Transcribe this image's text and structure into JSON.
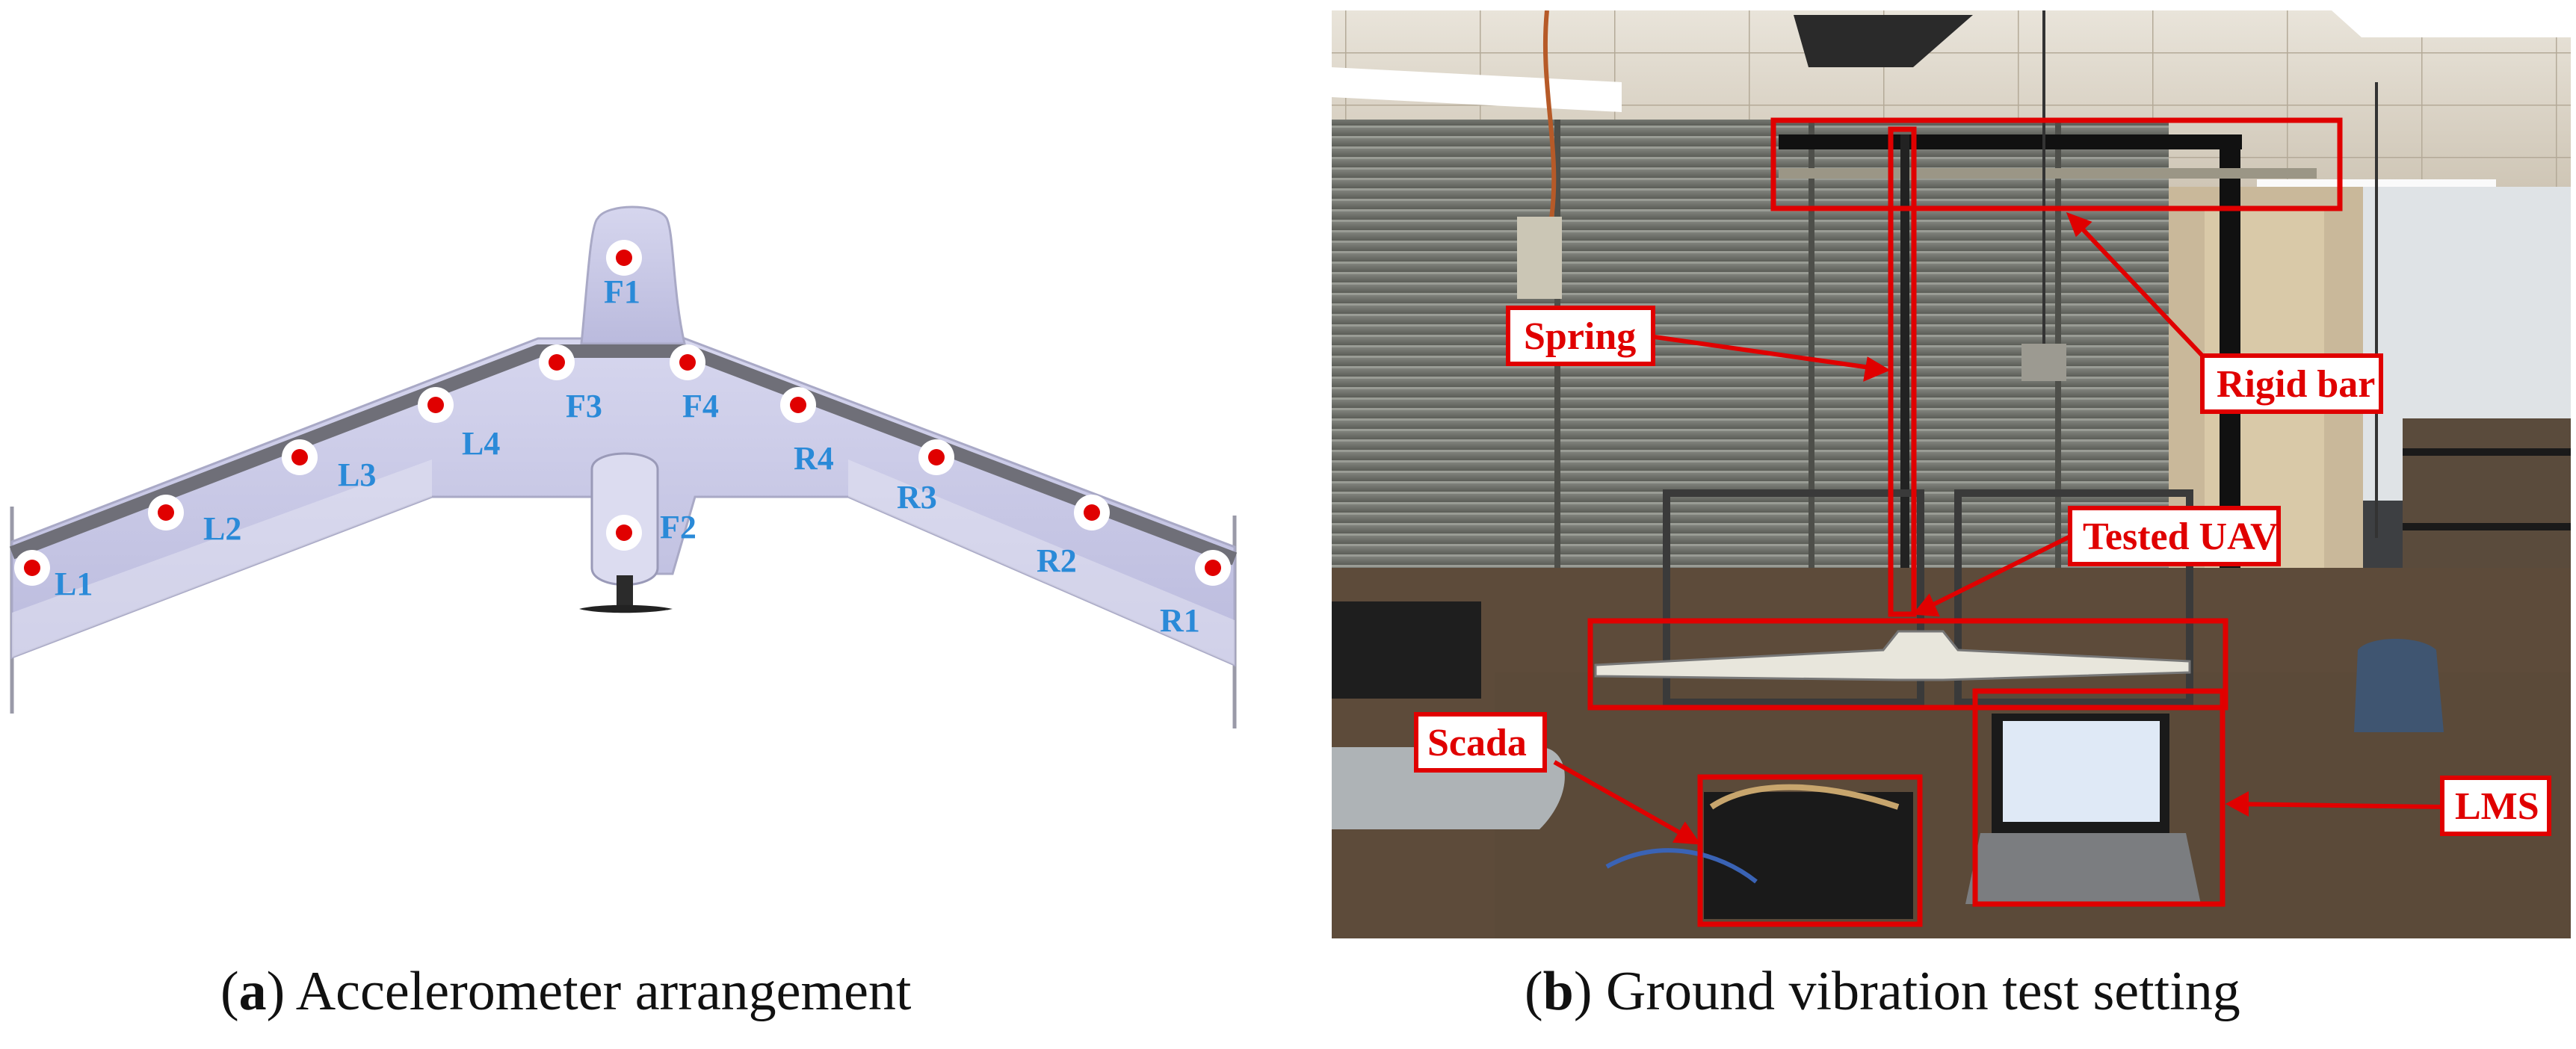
{
  "panel_a": {
    "caption_letter": "a",
    "caption_text": " Accelerometer arrangement",
    "sensors": [
      {
        "id": "F1",
        "label": "F1"
      },
      {
        "id": "F2",
        "label": "F2"
      },
      {
        "id": "F3",
        "label": "F3"
      },
      {
        "id": "F4",
        "label": "F4"
      },
      {
        "id": "L1",
        "label": "L1"
      },
      {
        "id": "L2",
        "label": "L2"
      },
      {
        "id": "L3",
        "label": "L3"
      },
      {
        "id": "L4",
        "label": "L4"
      },
      {
        "id": "R1",
        "label": "R1"
      },
      {
        "id": "R2",
        "label": "R2"
      },
      {
        "id": "R3",
        "label": "R3"
      },
      {
        "id": "R4",
        "label": "R4"
      }
    ]
  },
  "panel_b": {
    "caption_letter": "b",
    "caption_text": " Ground vibration test setting",
    "callouts": {
      "spring": "Spring",
      "rigid_bar": "Rigid bar",
      "tested_uav": "Tested UAV",
      "scada": "Scada",
      "lms": "LMS"
    }
  },
  "colors": {
    "wing_fill": "#c9c9e6",
    "spar": "#6f6f78",
    "sensor_dot": "#e00000",
    "label_blue": "#2a8ad8",
    "callout_red": "#e00000"
  }
}
